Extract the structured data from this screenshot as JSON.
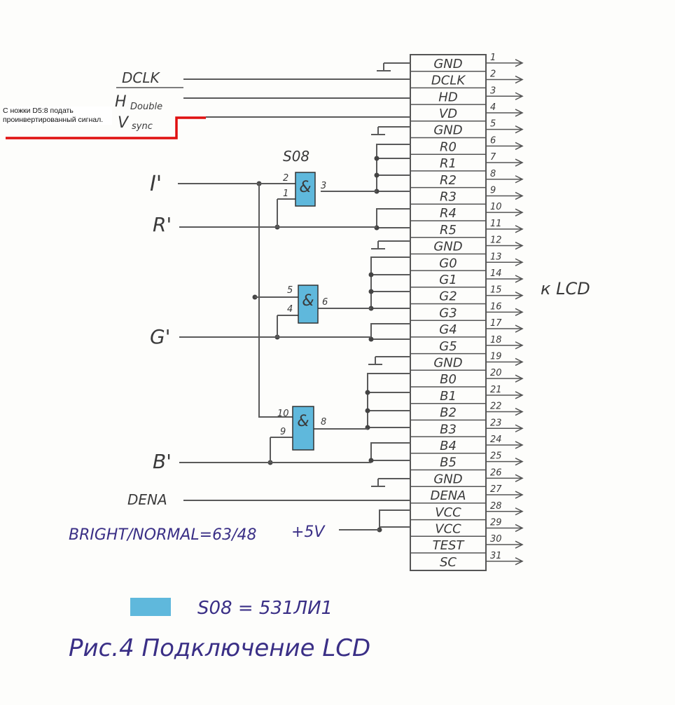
{
  "note": "С ножки D5:8 подать проинвертированный сигнал.",
  "connector": {
    "rows": [
      {
        "pin": "1",
        "label": "GND"
      },
      {
        "pin": "2",
        "label": "DCLK"
      },
      {
        "pin": "3",
        "label": "HD"
      },
      {
        "pin": "4",
        "label": "VD"
      },
      {
        "pin": "5",
        "label": "GND"
      },
      {
        "pin": "6",
        "label": "R0"
      },
      {
        "pin": "7",
        "label": "R1"
      },
      {
        "pin": "8",
        "label": "R2"
      },
      {
        "pin": "9",
        "label": "R3"
      },
      {
        "pin": "10",
        "label": "R4"
      },
      {
        "pin": "11",
        "label": "R5"
      },
      {
        "pin": "12",
        "label": "GND"
      },
      {
        "pin": "13",
        "label": "G0"
      },
      {
        "pin": "14",
        "label": "G1"
      },
      {
        "pin": "15",
        "label": "G2"
      },
      {
        "pin": "16",
        "label": "G3"
      },
      {
        "pin": "17",
        "label": "G4"
      },
      {
        "pin": "18",
        "label": "G5"
      },
      {
        "pin": "19",
        "label": "GND"
      },
      {
        "pin": "20",
        "label": "B0"
      },
      {
        "pin": "21",
        "label": "B1"
      },
      {
        "pin": "22",
        "label": "B2"
      },
      {
        "pin": "23",
        "label": "B3"
      },
      {
        "pin": "24",
        "label": "B4"
      },
      {
        "pin": "25",
        "label": "B5"
      },
      {
        "pin": "26",
        "label": "GND"
      },
      {
        "pin": "27",
        "label": "DENA"
      },
      {
        "pin": "28",
        "label": "VCC"
      },
      {
        "pin": "29",
        "label": "VCC"
      },
      {
        "pin": "30",
        "label": "TEST"
      },
      {
        "pin": "31",
        "label": "SC"
      }
    ],
    "side_label": "к LCD"
  },
  "inputs": {
    "dclk": "DCLK",
    "hdouble_main": "H",
    "hdouble_sub": "Double",
    "vsync_main": "V",
    "vsync_sub": "sync",
    "i": "I'",
    "r": "R'",
    "g": "G'",
    "b": "B'",
    "dena": "DENA",
    "bright": "BRIGHT/NORMAL=63/48",
    "plus5v": "+5V"
  },
  "gates": [
    {
      "title": "S08",
      "symbol": "&",
      "in_a": "2",
      "in_b": "1",
      "out": "3"
    },
    {
      "symbol": "&",
      "in_a": "5",
      "in_b": "4",
      "out": "6"
    },
    {
      "symbol": "&",
      "in_a": "10",
      "in_b": "9",
      "out": "8"
    }
  ],
  "legend": "S08 = 531ЛИ1",
  "caption": "Рис.4  Подключение LCD",
  "colors": {
    "gate_fill": "#5fb8dc",
    "ink_blue": "#3a2f86",
    "red_line": "#e01010",
    "pencil": "#5a5a5a"
  }
}
